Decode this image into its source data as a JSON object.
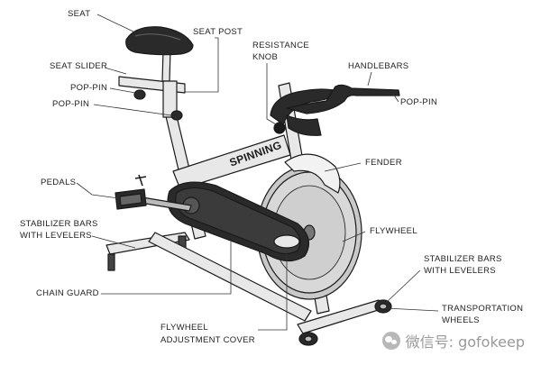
{
  "diagram": {
    "labels": {
      "seat": "SEAT",
      "seat_post": "SEAT POST",
      "seat_slider": "SEAT SLIDER",
      "pop_pin_1": "POP-PIN",
      "pop_pin_2": "POP-PIN",
      "pop_pin_3": "POP-PIN",
      "resistance_knob_1": "RESISTANCE",
      "resistance_knob_2": "KNOB",
      "handlebars": "HANDLEBARS",
      "fender": "FENDER",
      "pedals": "PEDALS",
      "stabilizer_front_1": "STABILIZER BARS",
      "stabilizer_front_2": "WITH LEVELERS",
      "flywheel": "FLYWHEEL",
      "stabilizer_rear_1": "STABILIZER BARS",
      "stabilizer_rear_2": "WITH LEVELERS",
      "chain_guard": "CHAIN GUARD",
      "transport_wheels_1": "TRANSPORTATION",
      "transport_wheels_2": "WHEELS",
      "flywheel_cover_1": "FLYWHEEL",
      "flywheel_cover_2": "ADJUSTMENT COVER"
    },
    "brand": "SPINNING",
    "watermark": "微信号: gofokeep"
  },
  "colors": {
    "frame": "#e8e8e8",
    "outline": "#1a1a1a",
    "dark_part": "#2a2a2a",
    "flywheel": "#c9c9c9"
  }
}
